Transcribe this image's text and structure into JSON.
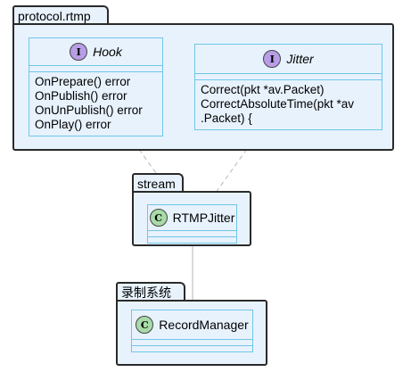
{
  "packages": {
    "protocol_rtmp": {
      "label": "protocol.rtmp"
    },
    "stream": {
      "label": "stream"
    },
    "record_system": {
      "label": "录制系统"
    }
  },
  "classes": {
    "hook": {
      "stereotype": "I",
      "name": "Hook",
      "methods": [
        "OnPrepare() error",
        "OnPublish() error",
        "OnUnPublish() error",
        "OnPlay() error"
      ]
    },
    "jitter": {
      "stereotype": "I",
      "name": "Jitter",
      "methods": [
        "Correct(pkt *av.Packet)",
        "CorrectAbsoluteTime(pkt *av",
        ".Packet) {"
      ]
    },
    "rtmp_jitter": {
      "stereotype": "C",
      "name": "RTMPJitter"
    },
    "record_manager": {
      "stereotype": "C",
      "name": "RecordManager"
    }
  },
  "colors": {
    "package_fill": "#e8f2fd",
    "class_border": "#6ec6e6",
    "interface_badge": "#b79ee6",
    "class_badge": "#a8dba8",
    "edge": "#b5b5b5"
  }
}
